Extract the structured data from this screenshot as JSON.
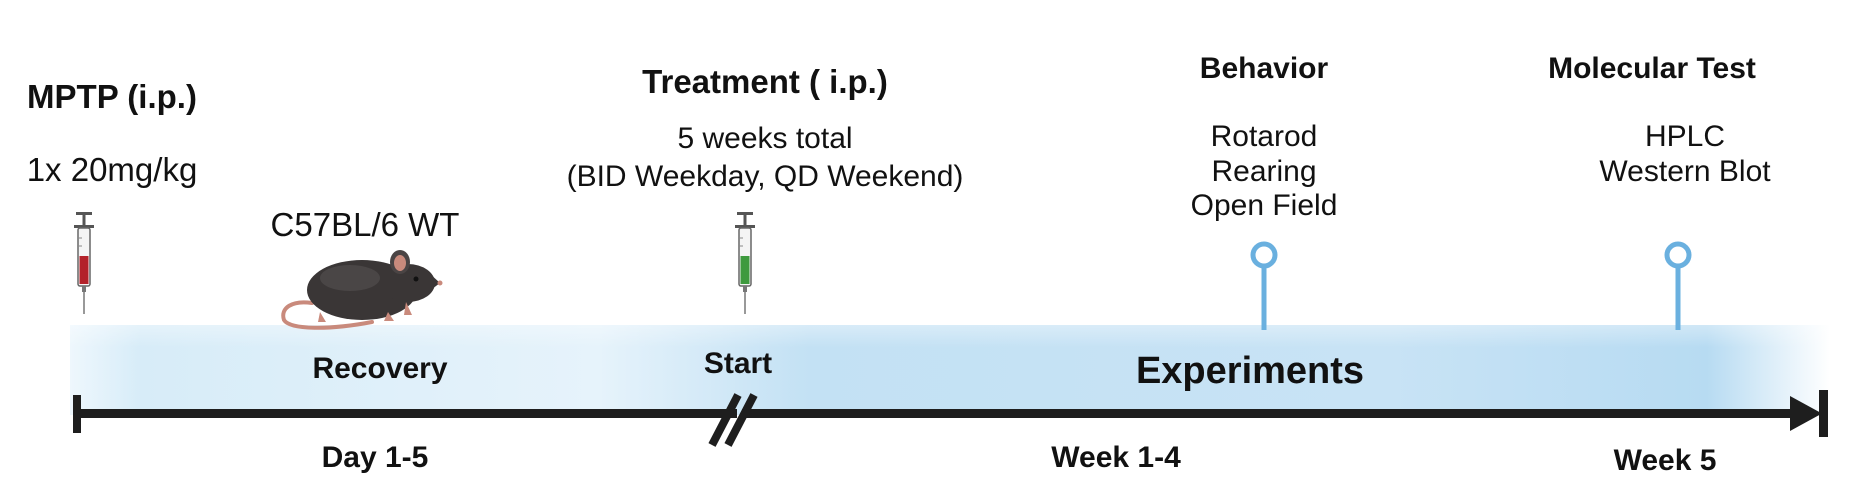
{
  "mptp": {
    "title": "MPTP (i.p.)",
    "dose": "1x 20mg/kg"
  },
  "mouse": {
    "strain": "C57BL/6 WT"
  },
  "treatment": {
    "title": "Treatment ( i.p.)",
    "line1": "5 weeks total",
    "line2": "(BID Weekday, QD Weekend)"
  },
  "behavior": {
    "title": "Behavior",
    "tests": [
      "Rotarod",
      "Rearing",
      "Open Field"
    ]
  },
  "molecular": {
    "title": "Molecular Test",
    "tests": [
      "HPLC",
      "Western Blot"
    ]
  },
  "phases": {
    "recovery": "Recovery",
    "start": "Start",
    "experiments": "Experiments"
  },
  "periods": {
    "day": "Day 1-5",
    "week14": "Week 1-4",
    "week5": "Week 5"
  },
  "colors": {
    "timeline_band": "#b9dcf3",
    "axis": "#1e1e1e",
    "marker": "#6ab0df",
    "syringe_red": "#b3222a",
    "syringe_green": "#3e9a3e",
    "mouse_body": "#3a3636",
    "mouse_tail": "#c98a7c"
  },
  "icons": [
    "syringe-icon",
    "mouse-icon"
  ]
}
